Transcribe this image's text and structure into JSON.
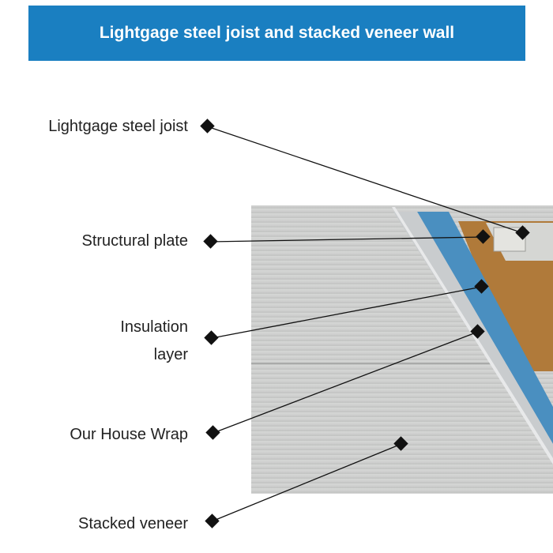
{
  "header": {
    "title": "Lightgage steel joist and stacked veneer wall"
  },
  "labels": {
    "joist": "Lightgage steel joist",
    "plate": "Structural plate",
    "insulation_line1": "Insulation",
    "insulation_line2": "layer",
    "wrap": "Our House Wrap",
    "veneer": "Stacked veneer"
  },
  "colors": {
    "banner": "#1a7fc1",
    "insulation": "#4a8fc0",
    "house_wrap": "#c9ccce",
    "structural_plate": "#b07a3a",
    "veneer": "#cfd0cf",
    "marker": "#111111"
  }
}
